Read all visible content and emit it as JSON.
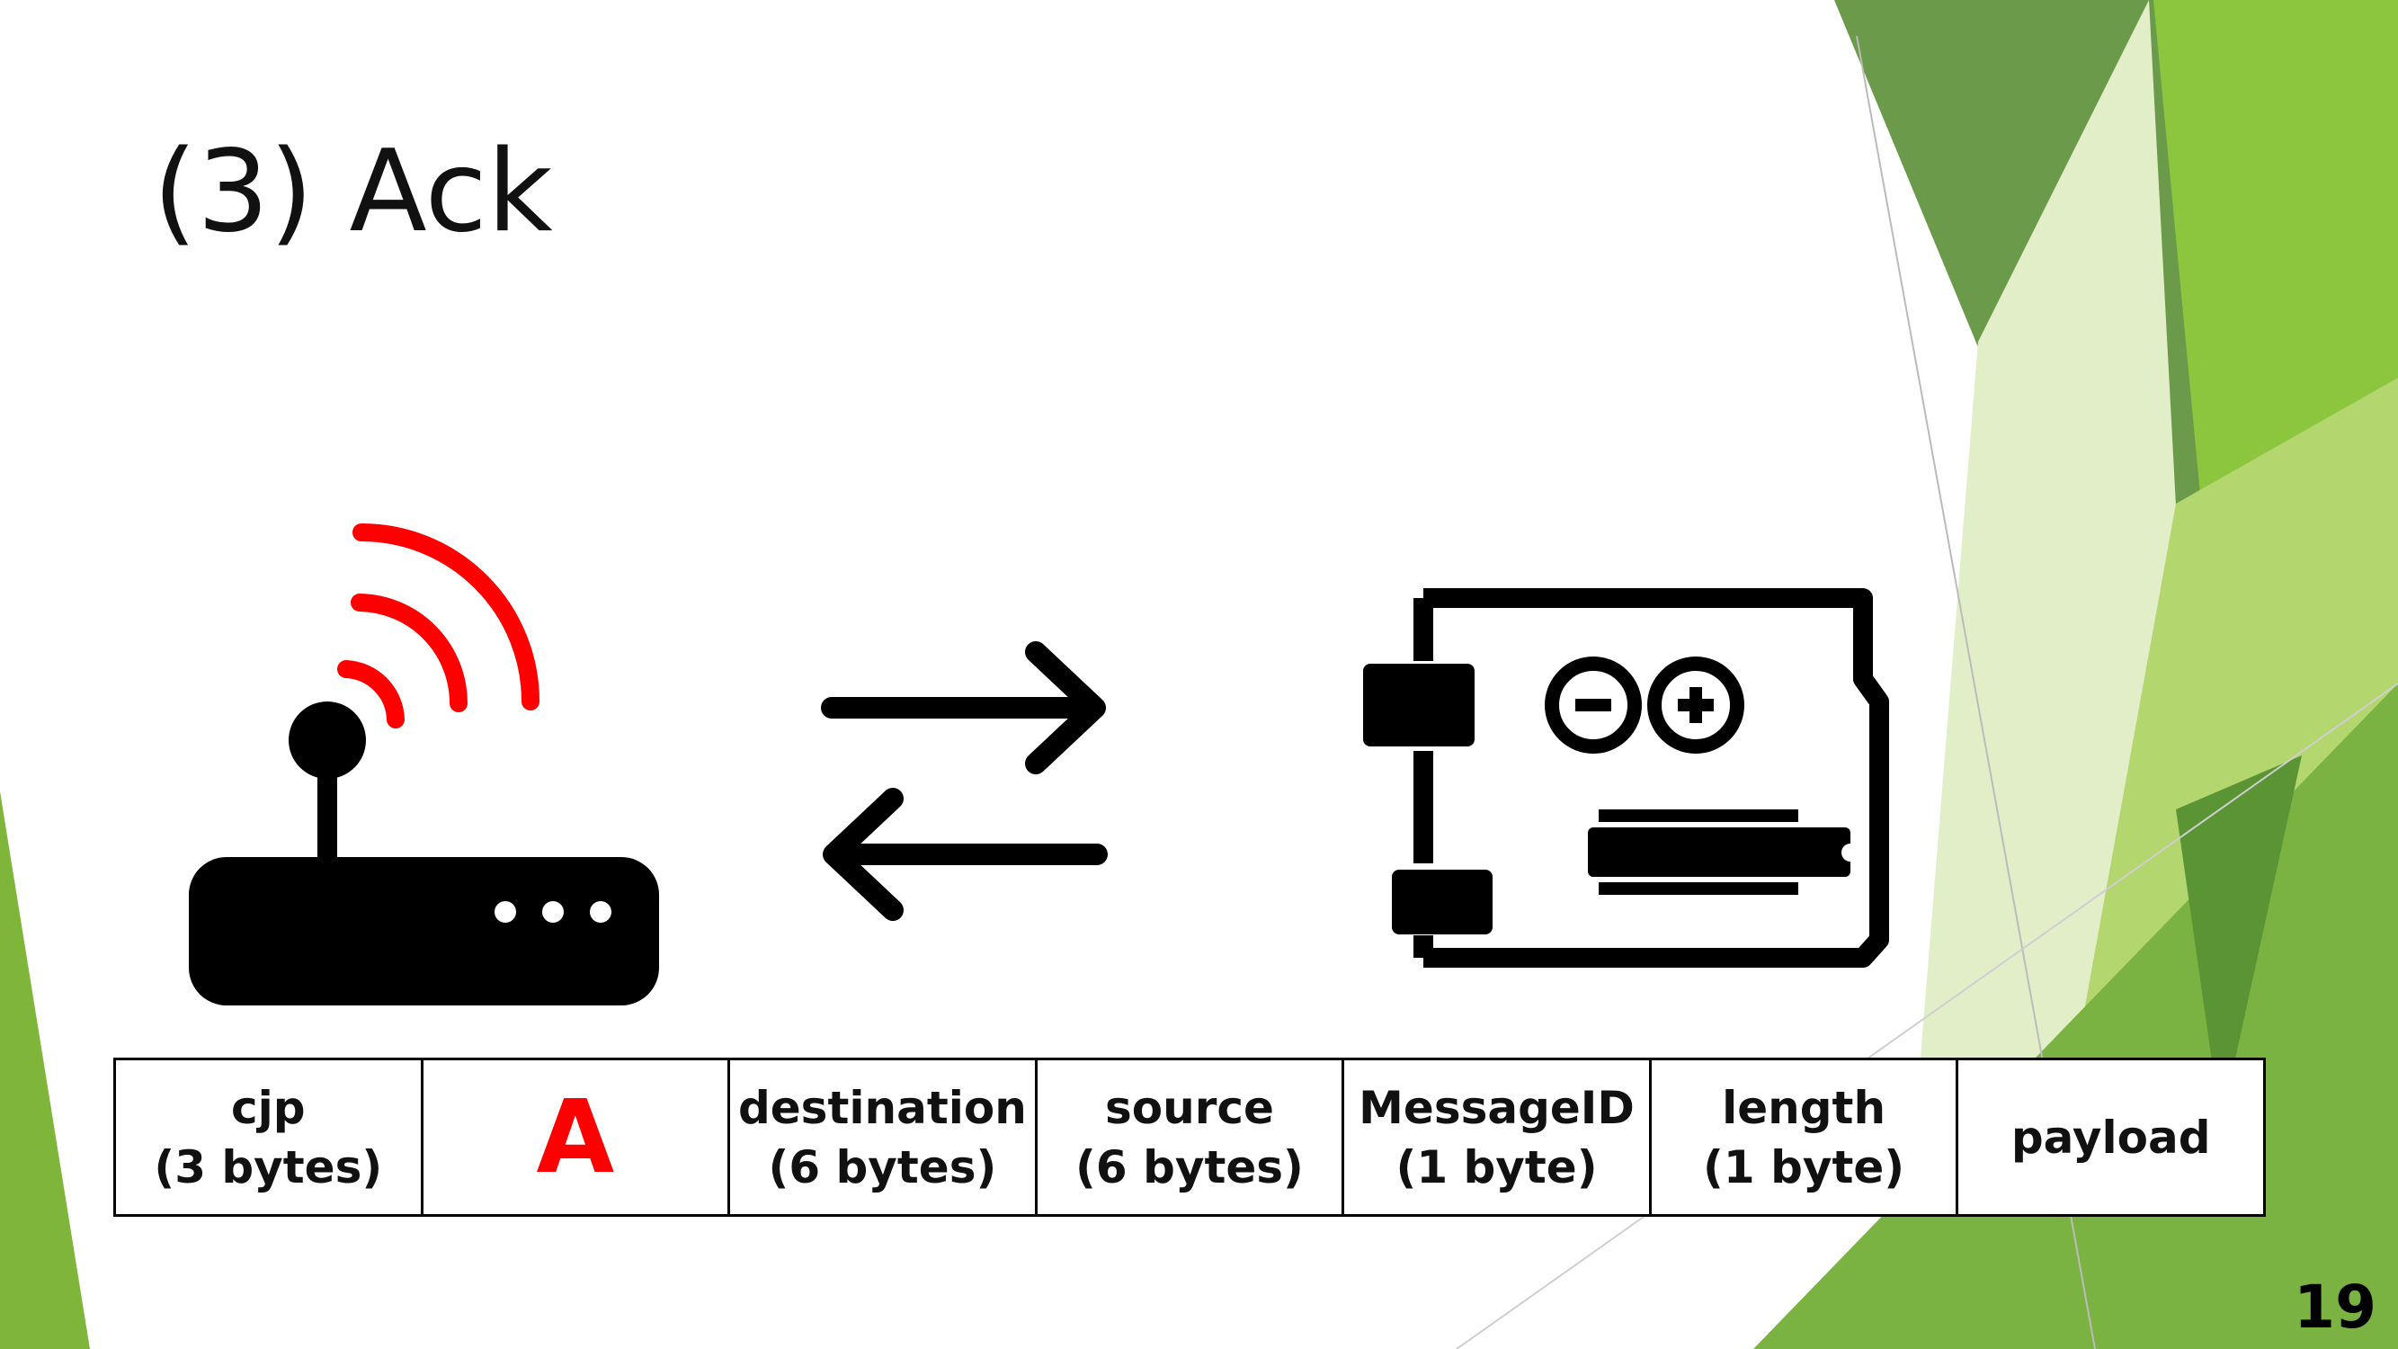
{
  "slide": {
    "title": "(3) Ack",
    "page_number": "19",
    "colors": {
      "accent_red": "#ff0000",
      "icon_black": "#000000",
      "green_dark": "#5f8f3f",
      "green_mid": "#7fb53a",
      "green_light": "#9cc944",
      "green_pale": "#d7e8b4"
    }
  },
  "icons": {
    "router": "wifi-router-icon",
    "arrows": "bidirectional-arrows-icon",
    "board": "arduino-board-icon"
  },
  "packet": {
    "fields": [
      {
        "lines": [
          "cjp",
          "(3 bytes)"
        ]
      },
      {
        "lines": [
          "A"
        ],
        "color": "#ff0000"
      },
      {
        "lines": [
          "destination",
          "(6 bytes)"
        ]
      },
      {
        "lines": [
          "source",
          "(6 bytes)"
        ]
      },
      {
        "lines": [
          "MessageID",
          "(1 byte)"
        ]
      },
      {
        "lines": [
          "length",
          "(1 byte)"
        ]
      },
      {
        "lines": [
          "payload"
        ]
      }
    ]
  }
}
